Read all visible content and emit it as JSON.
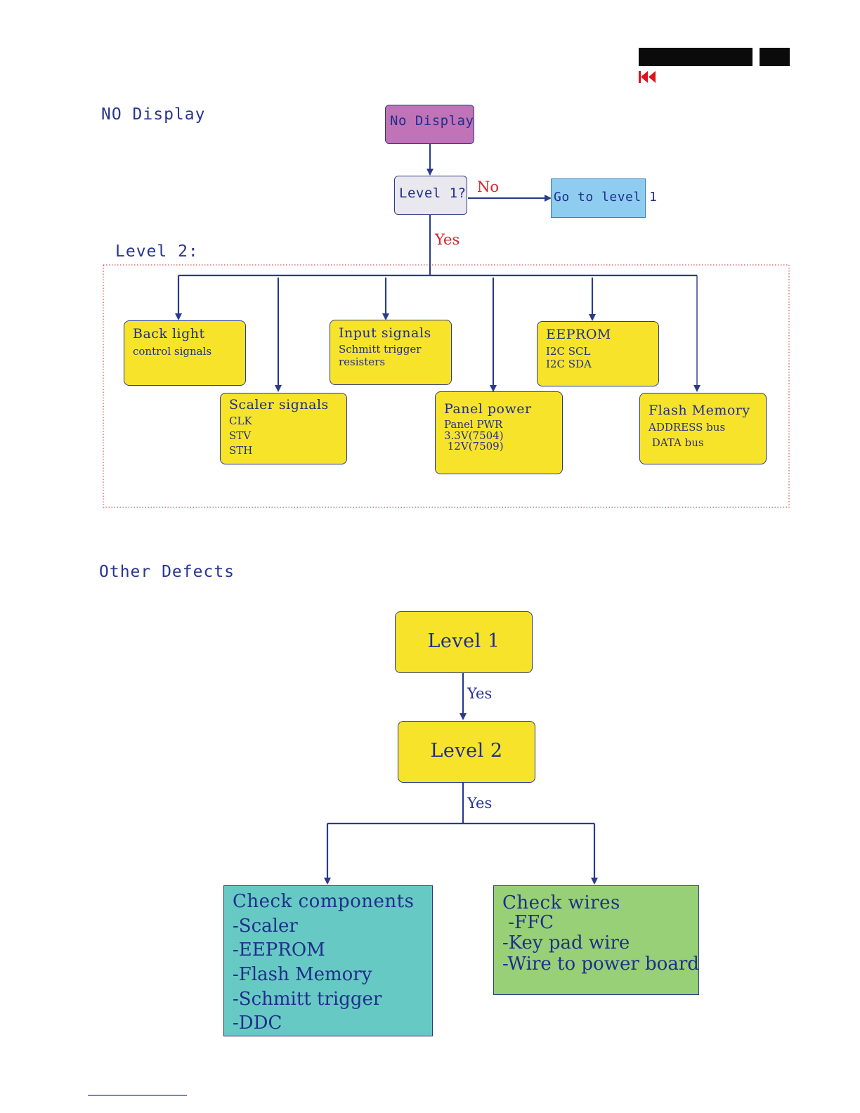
{
  "colors": {
    "line": "#2a3a8c",
    "yellow_box": "#f7e42a",
    "no_display_box": "#c073b6",
    "decision_box": "#e8e8ee",
    "goto_box": "#8fcdf0",
    "check_components_box": "#67c9c4",
    "check_wires_box": "#97d077",
    "red_label": "#d8232a",
    "dotted_border": "#d8232a"
  },
  "header_icon": "rewind-icon",
  "sections": {
    "no_display_heading": "NO Display",
    "level2_heading": "Level 2:",
    "other_defects_heading": "Other Defects"
  },
  "flow1": {
    "start": "No Display",
    "decision": "Level 1?",
    "no_label": "No",
    "yes_label": "Yes",
    "goto": "Go to level 1"
  },
  "level2_boxes": {
    "backlight": {
      "title": "Back light",
      "lines": [
        "control signals"
      ]
    },
    "scaler": {
      "title": "Scaler signals",
      "lines": [
        "CLK",
        "STV",
        "STH"
      ]
    },
    "input": {
      "title": "Input signals",
      "lines": [
        "Schmitt trigger",
        "resisters"
      ]
    },
    "panel": {
      "title": "Panel power",
      "lines": [
        "Panel PWR",
        "3.3V(7504)",
        " 12V(7509)"
      ]
    },
    "eeprom": {
      "title": "EEPROM",
      "lines": [
        "I2C SCL",
        "I2C SDA"
      ]
    },
    "flash": {
      "title": "Flash Memory",
      "lines": [
        "ADDRESS bus",
        " DATA bus"
      ]
    }
  },
  "flow2": {
    "level1": "Level 1",
    "level2": "Level 2",
    "yes1": "Yes",
    "yes2": "Yes",
    "check_components": {
      "title": "Check components",
      "items": [
        "-Scaler",
        "-EEPROM",
        "-Flash Memory",
        "-Schmitt trigger",
        "-DDC"
      ]
    },
    "check_wires": {
      "title": "Check wires",
      "items": [
        " -FFC",
        "-Key pad wire",
        "-Wire to power board"
      ]
    }
  }
}
